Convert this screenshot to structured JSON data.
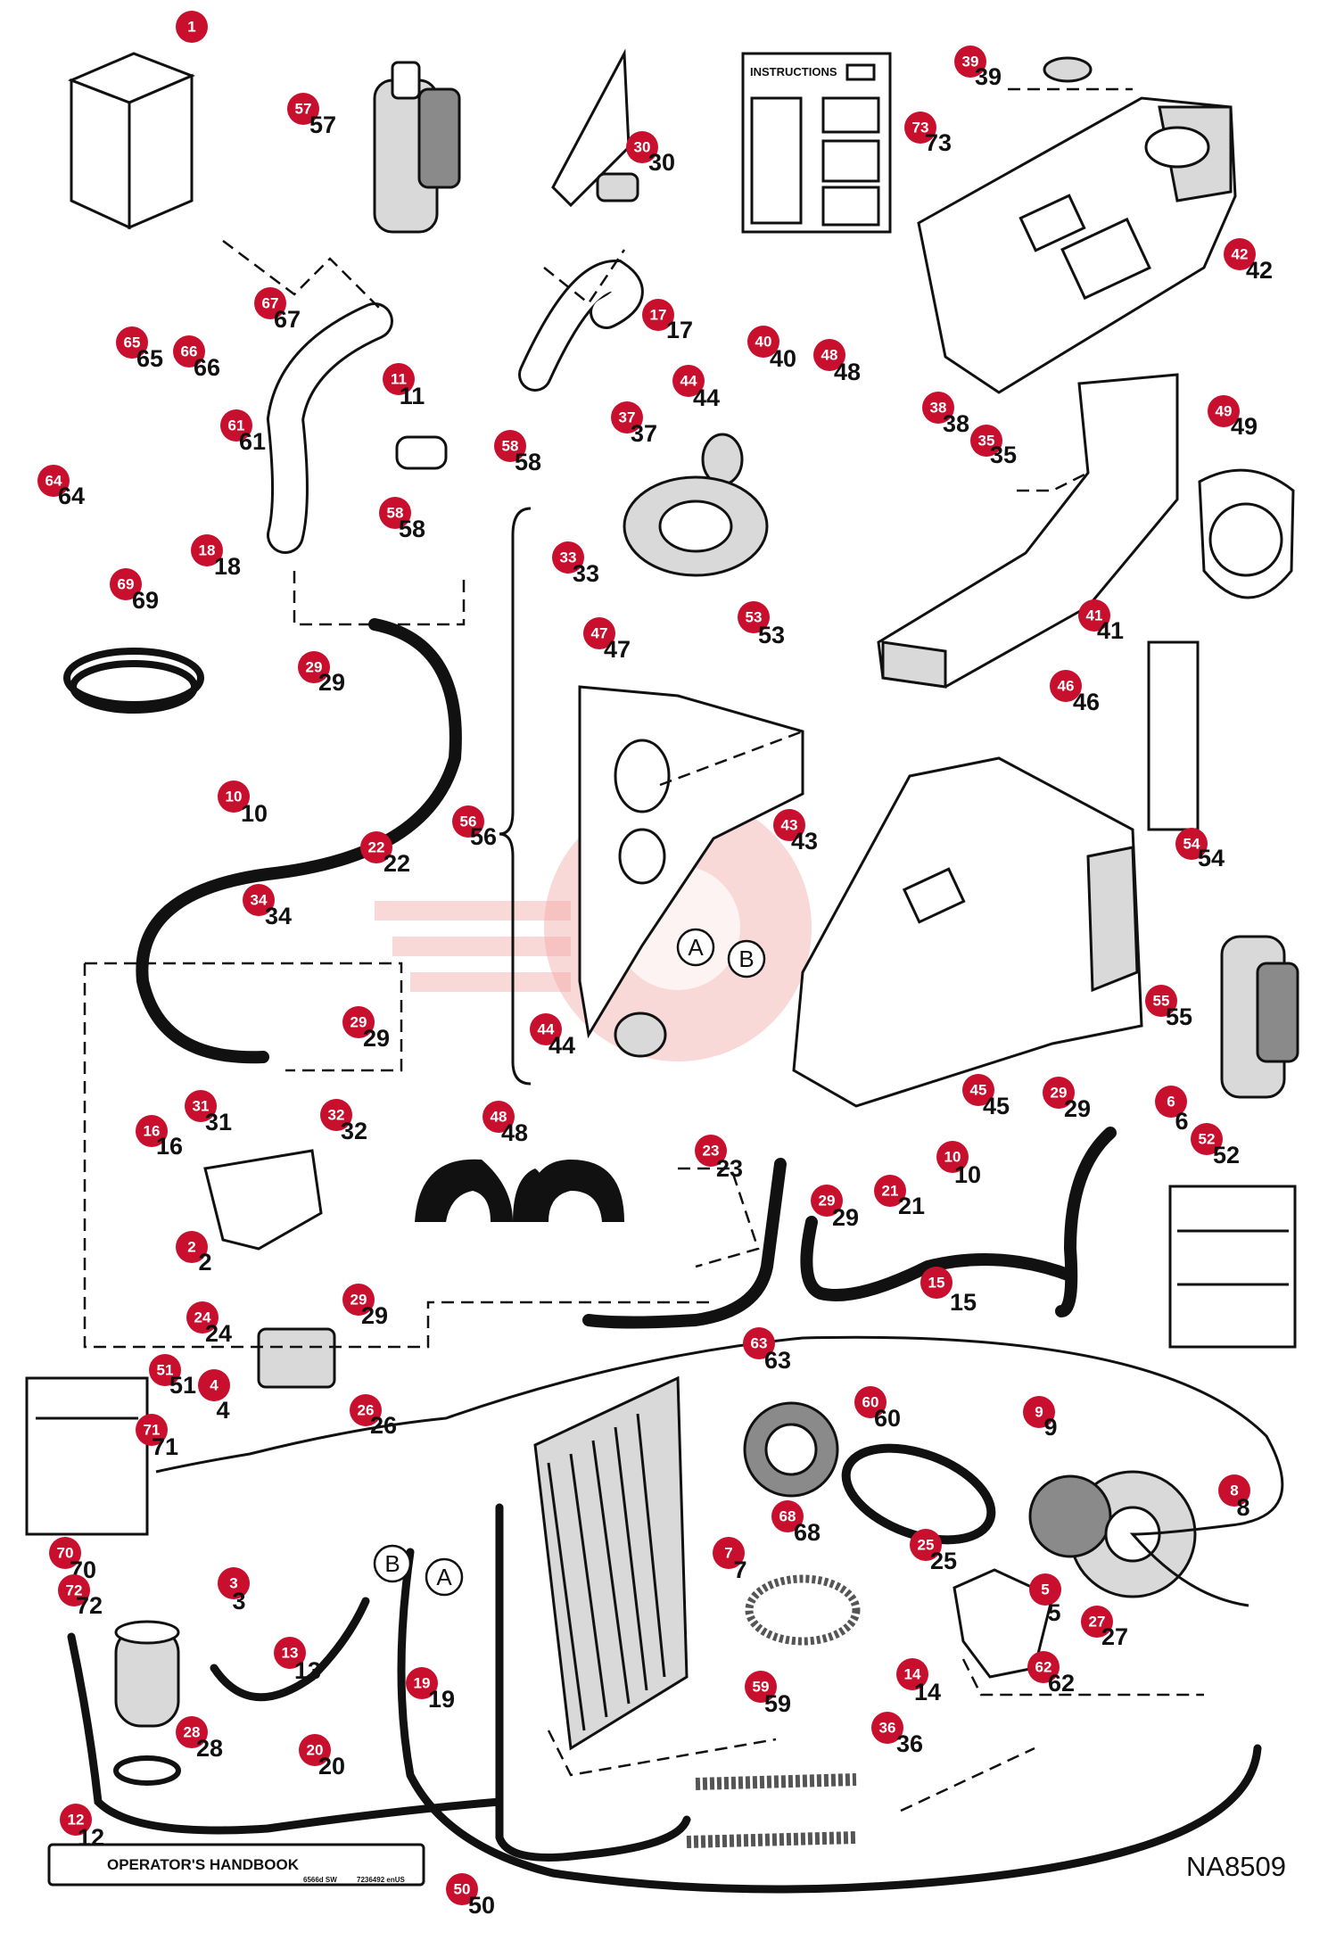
{
  "diagram_code": "NA8509",
  "instructions_label": "INSTRUCTIONS",
  "handbook_label": "OPERATOR'S HANDBOOK",
  "handbook_code_left": "6566d SW",
  "handbook_code_right": "7236492 enUS",
  "connector_labels": {
    "a": "A",
    "b": "B"
  },
  "accent_color": "#c8102e",
  "parts": [
    {
      "id": "1",
      "label": "1"
    },
    {
      "id": "2",
      "label": "2"
    },
    {
      "id": "3",
      "label": "3"
    },
    {
      "id": "4",
      "label": "4"
    },
    {
      "id": "5",
      "label": "5"
    },
    {
      "id": "6",
      "label": "6"
    },
    {
      "id": "7",
      "label": "7"
    },
    {
      "id": "8",
      "label": "8"
    },
    {
      "id": "9",
      "label": "9"
    },
    {
      "id": "10",
      "label": "10"
    },
    {
      "id": "11",
      "label": "11"
    },
    {
      "id": "12",
      "label": "12"
    },
    {
      "id": "13",
      "label": "13"
    },
    {
      "id": "14",
      "label": "14"
    },
    {
      "id": "15",
      "label": "15"
    },
    {
      "id": "16",
      "label": "16"
    },
    {
      "id": "17",
      "label": "17"
    },
    {
      "id": "18",
      "label": "18"
    },
    {
      "id": "19",
      "label": "19"
    },
    {
      "id": "20",
      "label": "20"
    },
    {
      "id": "21",
      "label": "21"
    },
    {
      "id": "22",
      "label": "22"
    },
    {
      "id": "23",
      "label": "23"
    },
    {
      "id": "24",
      "label": "24"
    },
    {
      "id": "25",
      "label": "25"
    },
    {
      "id": "26",
      "label": "26"
    },
    {
      "id": "27",
      "label": "27"
    },
    {
      "id": "28",
      "label": "28"
    },
    {
      "id": "29",
      "label": "29"
    },
    {
      "id": "30",
      "label": "30"
    },
    {
      "id": "31",
      "label": "31"
    },
    {
      "id": "32",
      "label": "32"
    },
    {
      "id": "33",
      "label": "33"
    },
    {
      "id": "34",
      "label": "34"
    },
    {
      "id": "35",
      "label": "35"
    },
    {
      "id": "36",
      "label": "36"
    },
    {
      "id": "37",
      "label": "37"
    },
    {
      "id": "38",
      "label": "38"
    },
    {
      "id": "39",
      "label": "39"
    },
    {
      "id": "40",
      "label": "40"
    },
    {
      "id": "41",
      "label": "41"
    },
    {
      "id": "42",
      "label": "42"
    },
    {
      "id": "43",
      "label": "43"
    },
    {
      "id": "44",
      "label": "44"
    },
    {
      "id": "45",
      "label": "45"
    },
    {
      "id": "46",
      "label": "46"
    },
    {
      "id": "47",
      "label": "47"
    },
    {
      "id": "48",
      "label": "48"
    },
    {
      "id": "49",
      "label": "49"
    },
    {
      "id": "50",
      "label": "50"
    },
    {
      "id": "51",
      "label": "51"
    },
    {
      "id": "52",
      "label": "52"
    },
    {
      "id": "53",
      "label": "53"
    },
    {
      "id": "54",
      "label": "54"
    },
    {
      "id": "55",
      "label": "55"
    },
    {
      "id": "56",
      "label": "56"
    },
    {
      "id": "57",
      "label": "57"
    },
    {
      "id": "58",
      "label": "58"
    },
    {
      "id": "59",
      "label": "59"
    },
    {
      "id": "60",
      "label": "60"
    },
    {
      "id": "61",
      "label": "61"
    },
    {
      "id": "62",
      "label": "62"
    },
    {
      "id": "63",
      "label": "63"
    },
    {
      "id": "64",
      "label": "64"
    },
    {
      "id": "65",
      "label": "65"
    },
    {
      "id": "66",
      "label": "66"
    },
    {
      "id": "67",
      "label": "67"
    },
    {
      "id": "68",
      "label": "68"
    },
    {
      "id": "69",
      "label": "69"
    },
    {
      "id": "70",
      "label": "70"
    },
    {
      "id": "71",
      "label": "71"
    },
    {
      "id": "72",
      "label": "72"
    },
    {
      "id": "73",
      "label": "73"
    }
  ]
}
